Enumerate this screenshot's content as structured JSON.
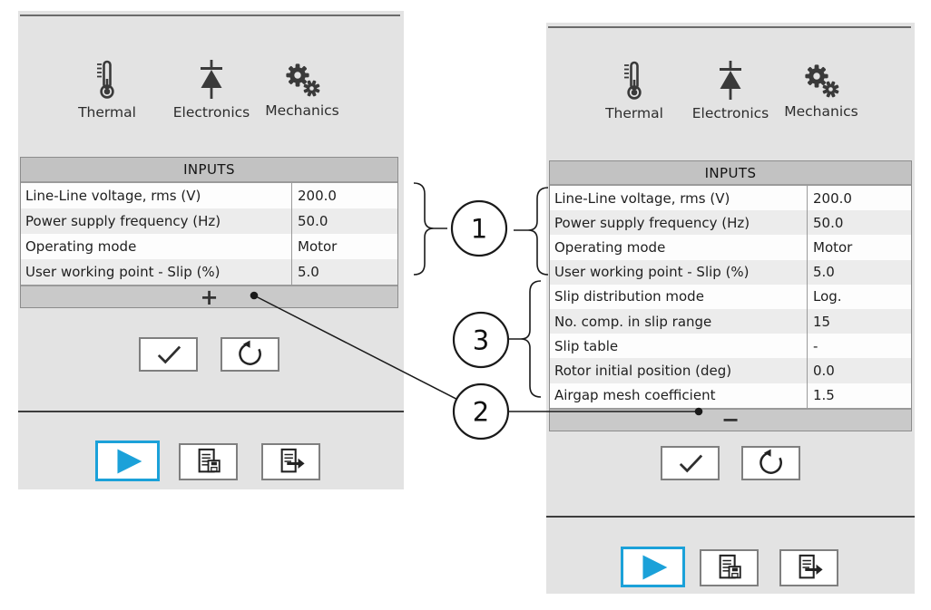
{
  "colors": {
    "accent_blue": "#1ba1d9",
    "panel_bg": "#e3e3e3",
    "table_header_bg": "#c2c2c2",
    "row_bg": "#fdfdfd",
    "row_alt_bg": "#ececec",
    "expander_bg": "#c9c9c9",
    "icon_dark": "#3a3a3a"
  },
  "left_panel": {
    "tabs": [
      {
        "label": "Thermal"
      },
      {
        "label": "Electronics"
      },
      {
        "label": "Mechanics"
      }
    ],
    "table": {
      "title": "INPUTS",
      "rows": [
        {
          "label": "Line-Line voltage, rms (V)",
          "value": "200.0"
        },
        {
          "label": "Power supply frequency (Hz)",
          "value": "50.0"
        },
        {
          "label": "Operating mode",
          "value": "Motor"
        },
        {
          "label": "User working point - Slip (%)",
          "value": "5.0"
        }
      ],
      "expander": "+"
    }
  },
  "right_panel": {
    "tabs": [
      {
        "label": "Thermal"
      },
      {
        "label": "Electronics"
      },
      {
        "label": "Mechanics"
      }
    ],
    "table": {
      "title": "INPUTS",
      "rows": [
        {
          "label": "Line-Line voltage, rms (V)",
          "value": "200.0"
        },
        {
          "label": "Power supply frequency (Hz)",
          "value": "50.0"
        },
        {
          "label": "Operating mode",
          "value": "Motor"
        },
        {
          "label": "User working point - Slip (%)",
          "value": "5.0"
        },
        {
          "label": "Slip distribution mode",
          "value": "Log."
        },
        {
          "label": "No. comp. in slip range",
          "value": "15"
        },
        {
          "label": "Slip table",
          "value": "-"
        },
        {
          "label": "Rotor initial position (deg)",
          "value": "0.0"
        },
        {
          "label": "Airgap mesh coefficient",
          "value": "1.5"
        }
      ],
      "expander": "−"
    }
  },
  "annotations": {
    "markers": [
      {
        "label": "1"
      },
      {
        "label": "2"
      },
      {
        "label": "3"
      }
    ]
  }
}
